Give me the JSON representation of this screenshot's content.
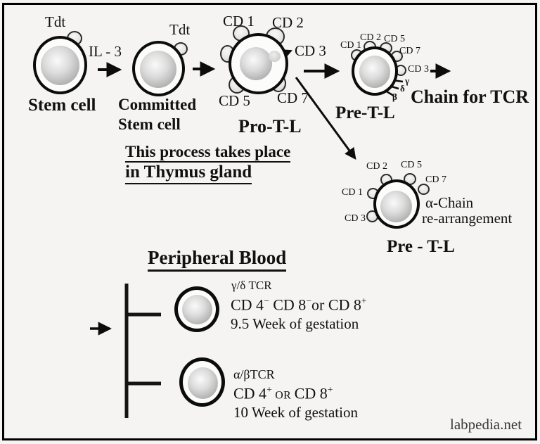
{
  "colors": {
    "background": "#f5f4f2",
    "ink": "#111111",
    "watermark_text": "#3a3a3a"
  },
  "cells": {
    "stem": {
      "marker": "Tdt",
      "label": "Stem cell"
    },
    "committed": {
      "marker": "Tdt",
      "label_line1": "Committed",
      "label_line2": "Stem cell"
    },
    "pro_tl": {
      "label": "Pro-T-L",
      "cd1": "CD 1",
      "cd2": "CD 2",
      "cd3": "CD 3",
      "cd5": "CD 5",
      "cd7": "CD 7"
    },
    "pre_tl_1": {
      "label": "Pre-T-L",
      "cd1": "CD 1",
      "cd2": "CD 2",
      "cd5": "CD 5",
      "cd7": "CD 7",
      "cd3": "CD 3",
      "gamma": "γ",
      "delta": "δ",
      "beta": "β",
      "chain_note": "Chain for TCR"
    },
    "pre_tl_2": {
      "label": "Pre - T-L",
      "cd2": "CD 2",
      "cd5": "CD 5",
      "cd7": "CD 7",
      "cd1": "CD 1",
      "cd3": "CD 3",
      "note_line1": "α-Chain",
      "note_line2": "re-arrangement"
    }
  },
  "labels": {
    "il3": "IL - 3"
  },
  "thymus_note": {
    "line1": "This process takes place",
    "line2": "in Thymus gland"
  },
  "peripheral": {
    "title": "Peripheral Blood",
    "branch_gd": {
      "tcr": "γ/δ TCR",
      "cd_p1": "CD 4",
      "cd_s1": "−",
      "cd_p2": " CD 8",
      "cd_s2": "−",
      "cd_p3": "or CD 8",
      "cd_s3": "+",
      "gestation": "9.5 Week of gestation"
    },
    "branch_ab": {
      "tcr": "α/βTCR",
      "cd_p1": "CD 4",
      "cd_s1": "+",
      "cd_mid": " OR ",
      "cd_p2": " CD 8",
      "cd_s2": "+",
      "gestation": "10 Week of gestation"
    }
  },
  "watermark": "labpedia.net"
}
